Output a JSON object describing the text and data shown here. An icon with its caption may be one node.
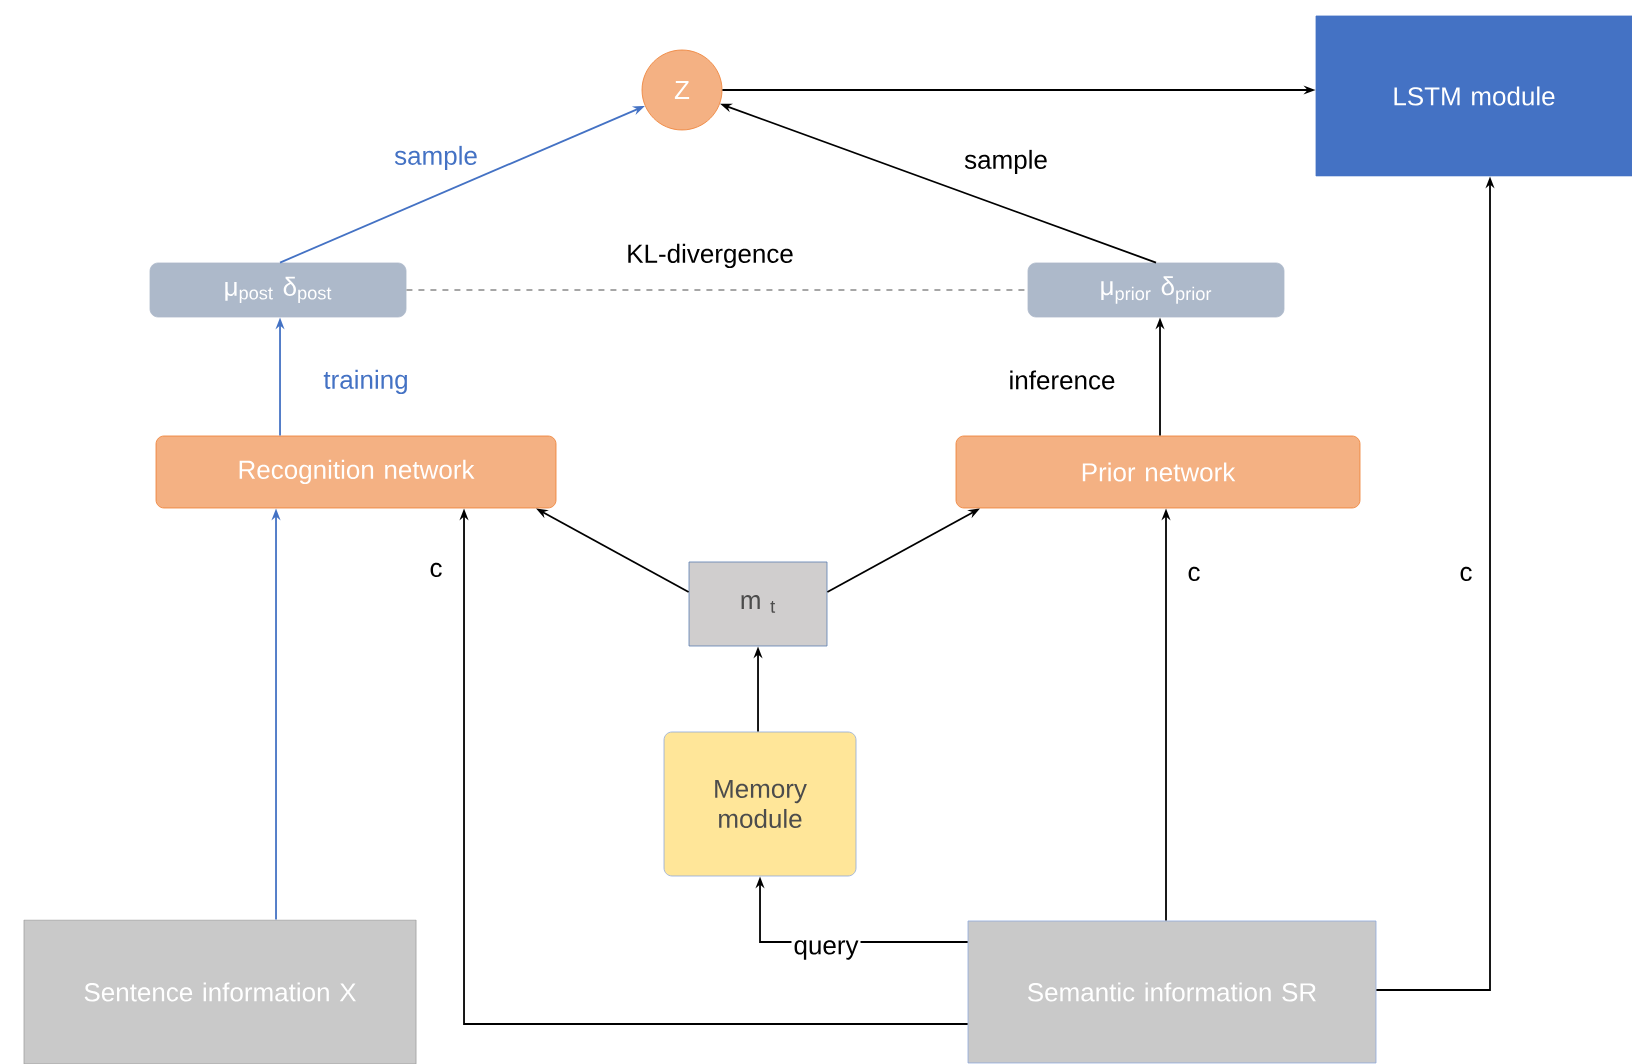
{
  "diagram": {
    "nodes": [
      {
        "text": [
          "Z"
        ]
      },
      {
        "text": [
          "LSTM module"
        ]
      },
      {
        "text": [
          "μ$_{post}$ δ$_{post}$"
        ]
      },
      {
        "text": [
          "μ$_{prior}$ δ$_{prior}$"
        ]
      },
      {
        "text": [
          "Recognition network"
        ]
      },
      {
        "text": [
          "Prior network"
        ]
      },
      {
        "text": [
          "m $_{t}$"
        ]
      },
      {
        "text": [
          "Memory module"
        ]
      },
      {
        "text": [
          "Sentence information X"
        ]
      },
      {
        "text": [
          "Semantic information SR"
        ]
      }
    ],
    "edges": [
      {
        "from": 0,
        "to": 1,
        "arrow": "to"
      },
      {
        "from": 2,
        "to": 0,
        "arrow": "to",
        "label": "sample",
        "color": "#4472c4"
      },
      {
        "from": 3,
        "to": 0,
        "arrow": "to",
        "label": "sample"
      },
      {
        "from": 2,
        "to": 3,
        "arrow": "none",
        "label": "KL-divergence",
        "style": "dashed",
        "color": "#a6a6a6"
      },
      {
        "from": 4,
        "to": 2,
        "arrow": "to",
        "label": "training",
        "color": "#4472c4"
      },
      {
        "from": 5,
        "to": 3,
        "arrow": "to",
        "label": "inference"
      },
      {
        "from": 8,
        "to": 4,
        "arrow": "to",
        "color": "#4472c4"
      },
      {
        "from": 6,
        "to": 4,
        "arrow": "to"
      },
      {
        "from": 6,
        "to": 5,
        "arrow": "to"
      },
      {
        "from": 7,
        "to": 6,
        "arrow": "to"
      },
      {
        "from": 9,
        "to": 7,
        "arrow": "to",
        "label": "query"
      },
      {
        "from": 9,
        "to": 4,
        "arrow": "to",
        "label": "c"
      },
      {
        "from": 9,
        "to": 5,
        "arrow": "to",
        "label": "c"
      },
      {
        "from": 9,
        "to": 1,
        "arrow": "to",
        "label": "c"
      }
    ]
  }
}
